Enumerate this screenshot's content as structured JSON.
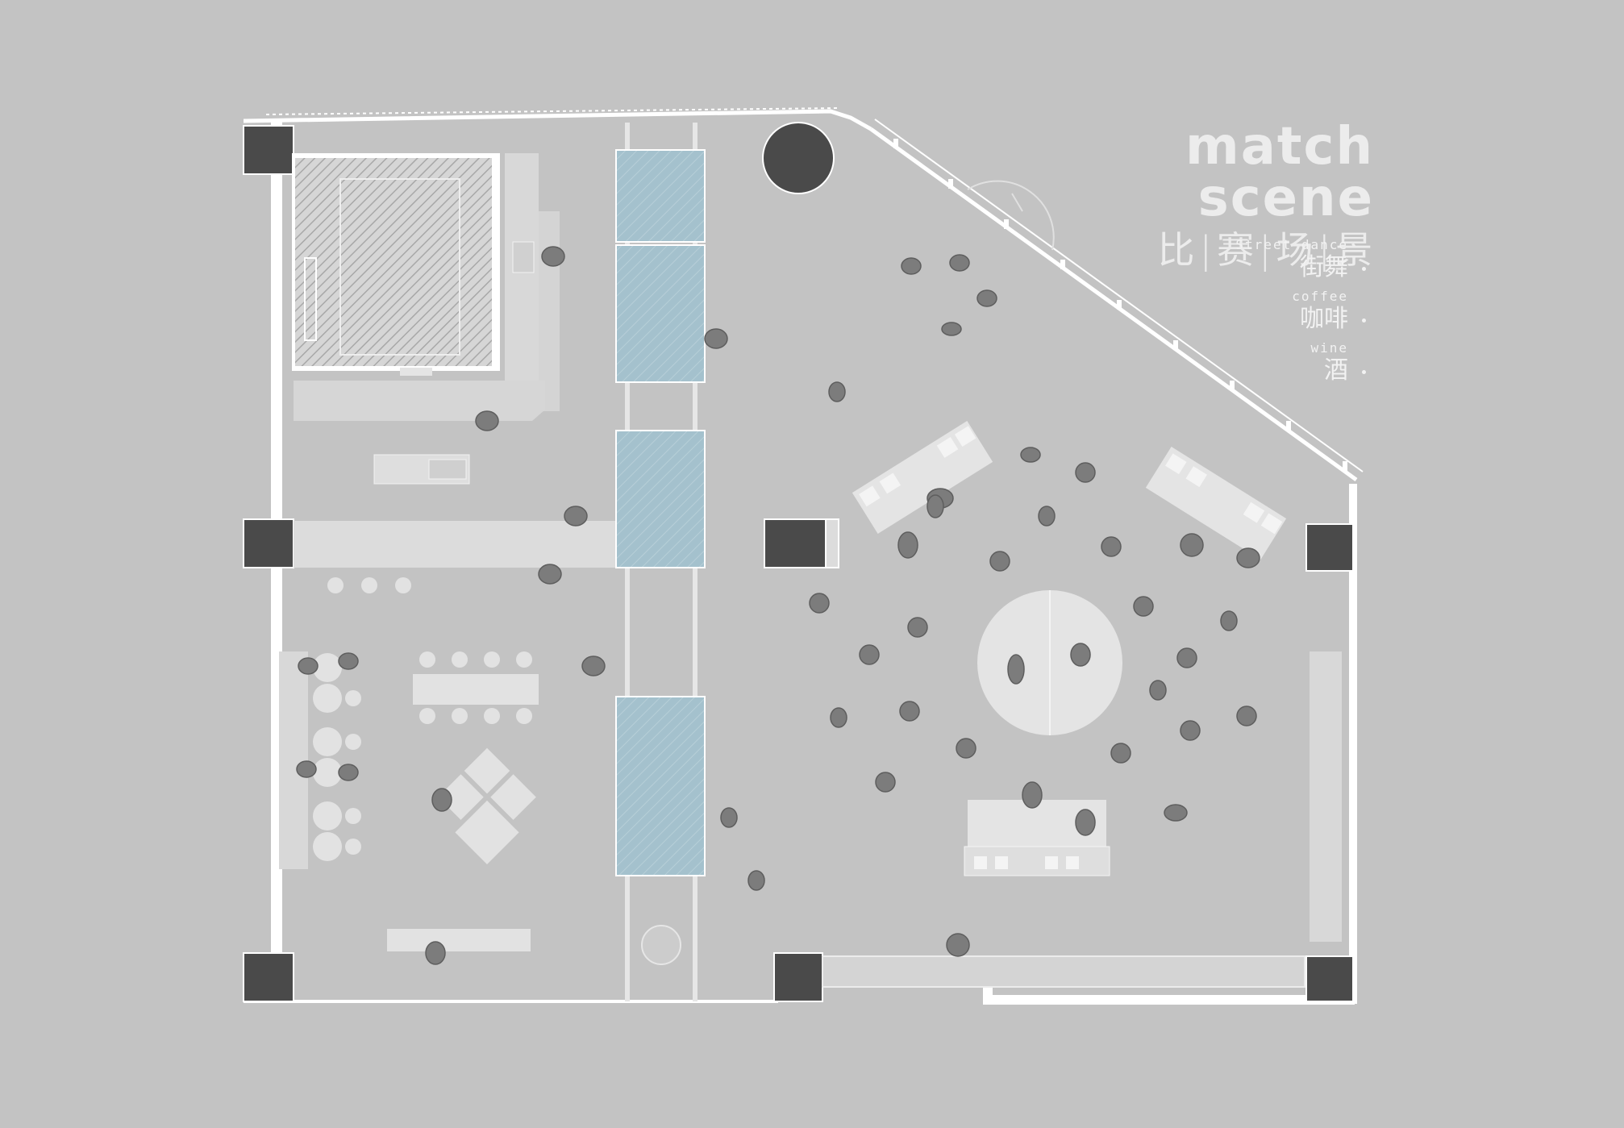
{
  "title": {
    "en": "match scene",
    "zh": [
      "比",
      "赛",
      "场",
      "景"
    ],
    "separator": "|"
  },
  "legend": [
    {
      "en": "Street dance",
      "zh": "街舞"
    },
    {
      "en": "coffee",
      "zh": "咖啡"
    },
    {
      "en": "wine",
      "zh": "酒"
    }
  ],
  "colors": {
    "background": "#c3c3c3",
    "wall": "#ffffff",
    "column": "#4a4a4a",
    "furniture": "#e2e2e2",
    "glass_panel": "#a4c1cd",
    "people": "#7c7c7c",
    "text": "#ececec"
  }
}
